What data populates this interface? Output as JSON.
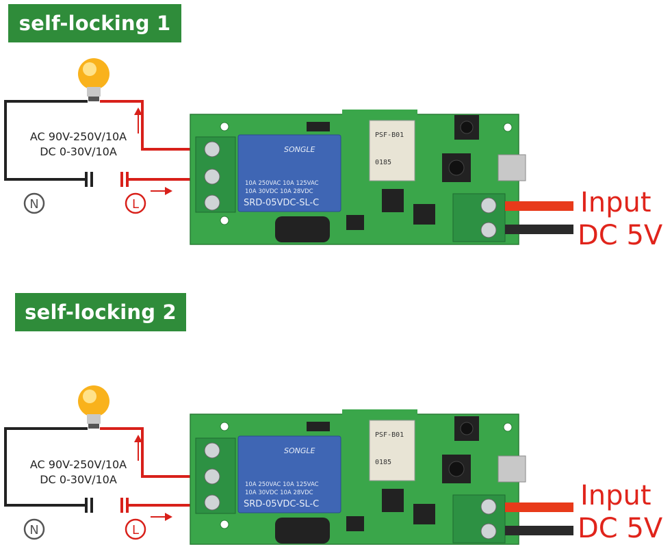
{
  "diagrams": [
    {
      "title": "self-locking 1",
      "load_spec": [
        "AC 90V-250V/10A",
        "DC 0-30V/10A"
      ],
      "neutral_symbol": "N",
      "live_symbol": "L",
      "relay": {
        "brand": "SONGLE",
        "rating_line1": "10A 250VAC  10A 125VAC",
        "rating_line2": "10A 30VDC   10A 28VDC",
        "model": "SRD-05VDC-SL-C"
      },
      "module": {
        "line1": "PSF-B01",
        "line2": "0185"
      },
      "input_label": [
        "Input",
        "DC 5V"
      ]
    },
    {
      "title": "self-locking 2",
      "load_spec": [
        "AC 90V-250V/10A",
        "DC 0-30V/10A"
      ],
      "neutral_symbol": "N",
      "live_symbol": "L",
      "relay": {
        "brand": "SONGLE",
        "rating_line1": "10A 250VAC  10A 125VAC",
        "rating_line2": "10A 30VDC   10A 28VDC",
        "model": "SRD-05VDC-SL-C"
      },
      "module": {
        "line1": "PSF-B01",
        "line2": "0185"
      },
      "input_label": [
        "Input",
        "DC 5V"
      ]
    }
  ],
  "colors": {
    "badge_green": "#2f8c3a",
    "pcb_green": "#3aa64a",
    "relay_blue": "#3f66b4",
    "wire_red": "#d8201a",
    "label_red": "#e0241b"
  },
  "icons": [
    "light-bulb-icon",
    "neutral-symbol-icon",
    "live-symbol-icon",
    "capacitor-icon",
    "arrow-icon"
  ]
}
